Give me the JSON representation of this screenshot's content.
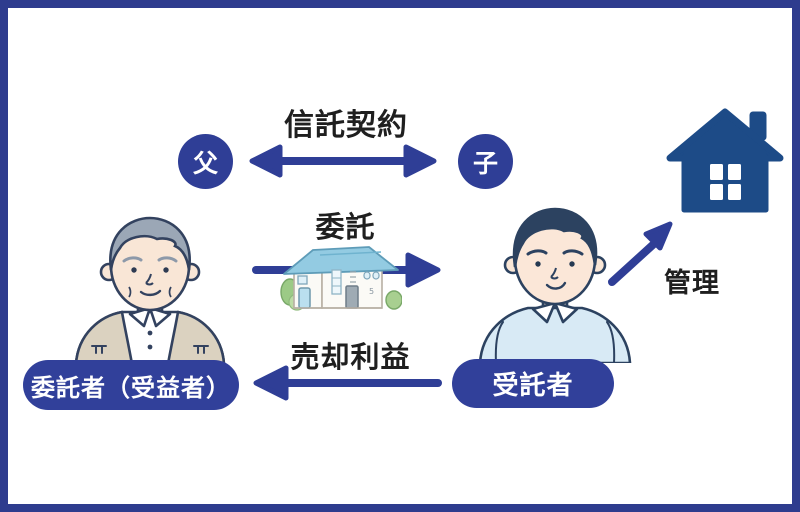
{
  "diagram_title": "family-trust-relationship-diagram",
  "colors": {
    "frame_border": "#2e3c8e",
    "primary_indigo": "#2f3e96",
    "pill_background": "#31409a",
    "house_icon_blue": "#1d4b87",
    "label_text": "#1f1f1f",
    "pill_text": "#ffffff",
    "roof_blue": "#93cbe2",
    "sweater_blue": "#d8eaf5",
    "vest_beige": "#dbd2c0"
  },
  "nodes": {
    "father": "父",
    "child": "子"
  },
  "labels": {
    "trust_contract": "信託契約",
    "entrust": "委託",
    "sale_profit": "売却利益",
    "manage": "管理"
  },
  "pills": {
    "trustor": "委託者（受益者）",
    "trustee": "受託者"
  },
  "house_illustration": {
    "house_number": "5"
  }
}
